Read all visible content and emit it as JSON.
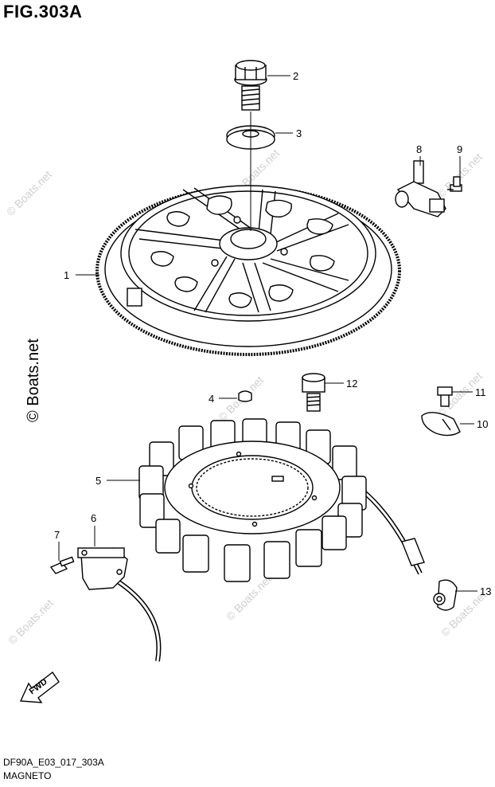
{
  "figure": {
    "title": "FIG.303A",
    "code": "DF90A_E03_017_303A",
    "name": "MAGNETO"
  },
  "watermark": {
    "text": "© Boats.net",
    "color": "#cfcfcf"
  },
  "fwd_label": "FWD",
  "callouts": [
    {
      "id": "1",
      "label": "1"
    },
    {
      "id": "2",
      "label": "2"
    },
    {
      "id": "3",
      "label": "3"
    },
    {
      "id": "4",
      "label": "4"
    },
    {
      "id": "5",
      "label": "5"
    },
    {
      "id": "6",
      "label": "6"
    },
    {
      "id": "7",
      "label": "7"
    },
    {
      "id": "8",
      "label": "8"
    },
    {
      "id": "9",
      "label": "9"
    },
    {
      "id": "10",
      "label": "10"
    },
    {
      "id": "11",
      "label": "11"
    },
    {
      "id": "12",
      "label": "12"
    },
    {
      "id": "13",
      "label": "13"
    }
  ]
}
